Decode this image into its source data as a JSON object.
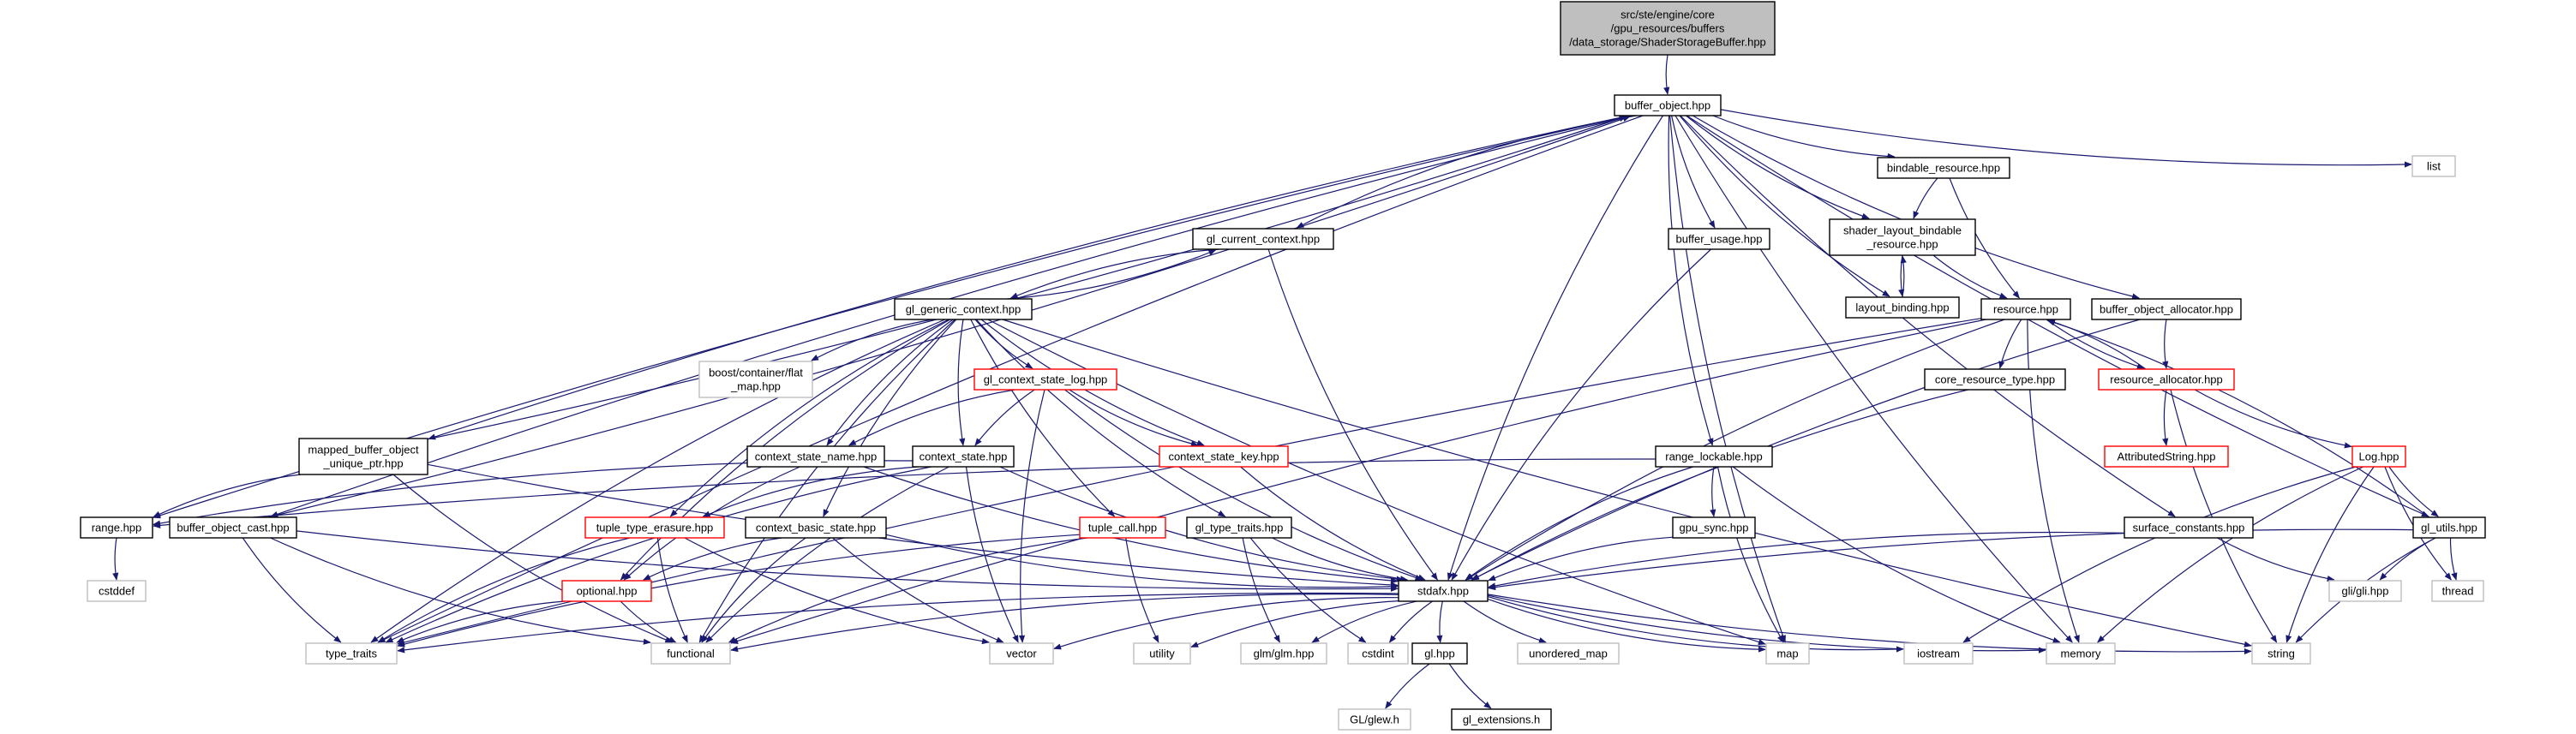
{
  "colors": {
    "edge": "#191970",
    "root_fill": "#bfbfbf",
    "node_fill": "#ffffff",
    "node_border": "#000000",
    "missing_border": "#bfbfbf",
    "truncated_border": "#ff0000"
  },
  "nodes": {
    "root": [
      "src/ste/engine/core",
      "/gpu_resources/buffers",
      "/data_storage/ShaderStorageBuffer.hpp"
    ],
    "buffer_object": [
      "buffer_object.hpp"
    ],
    "list": [
      "list"
    ],
    "bindable_resource": [
      "bindable_resource.hpp"
    ],
    "gl_current_context": [
      "gl_current_context.hpp"
    ],
    "buffer_usage": [
      "buffer_usage.hpp"
    ],
    "shader_layout_bindable_resource": [
      "shader_layout_bindable",
      "_resource.hpp"
    ],
    "layout_binding": [
      "layout_binding.hpp"
    ],
    "gl_generic_context": [
      "gl_generic_context.hpp"
    ],
    "resource": [
      "resource.hpp"
    ],
    "buffer_object_allocator": [
      "buffer_object_allocator.hpp"
    ],
    "boost_flat_map": [
      "boost/container/flat",
      "_map.hpp"
    ],
    "gl_context_state_log": [
      "gl_context_state_log.hpp"
    ],
    "core_resource_type": [
      "core_resource_type.hpp"
    ],
    "resource_allocator": [
      "resource_allocator.hpp"
    ],
    "AttributedString": [
      "AttributedString.hpp"
    ],
    "mapped_buffer_object_unique_ptr": [
      "mapped_buffer_object",
      "_unique_ptr.hpp"
    ],
    "context_state_name": [
      "context_state_name.hpp"
    ],
    "context_state": [
      "context_state.hpp"
    ],
    "context_state_key": [
      "context_state_key.hpp"
    ],
    "range_lockable": [
      "range_lockable.hpp"
    ],
    "Log": [
      "Log.hpp"
    ],
    "range": [
      "range.hpp"
    ],
    "buffer_object_cast": [
      "buffer_object_cast.hpp"
    ],
    "tuple_type_erasure": [
      "tuple_type_erasure.hpp"
    ],
    "context_basic_state": [
      "context_basic_state.hpp"
    ],
    "tuple_call": [
      "tuple_call.hpp"
    ],
    "gl_type_traits": [
      "gl_type_traits.hpp"
    ],
    "gpu_sync": [
      "gpu_sync.hpp"
    ],
    "surface_constants": [
      "surface_constants.hpp"
    ],
    "gl_utils": [
      "gl_utils.hpp"
    ],
    "cstddef": [
      "cstddef"
    ],
    "optional": [
      "optional.hpp"
    ],
    "stdafx": [
      "stdafx.hpp"
    ],
    "gli": [
      "gli/gli.hpp"
    ],
    "thread": [
      "thread"
    ],
    "type_traits": [
      "type_traits"
    ],
    "functional": [
      "functional"
    ],
    "vector": [
      "vector"
    ],
    "utility": [
      "utility"
    ],
    "glm": [
      "glm/glm.hpp"
    ],
    "cstdint": [
      "cstdint"
    ],
    "gl": [
      "gl.hpp"
    ],
    "unordered_map": [
      "unordered_map"
    ],
    "map": [
      "map"
    ],
    "iostream": [
      "iostream"
    ],
    "memory": [
      "memory"
    ],
    "string": [
      "string"
    ],
    "glew": [
      "GL/glew.h"
    ],
    "gl_extensions": [
      "gl_extensions.h"
    ]
  }
}
